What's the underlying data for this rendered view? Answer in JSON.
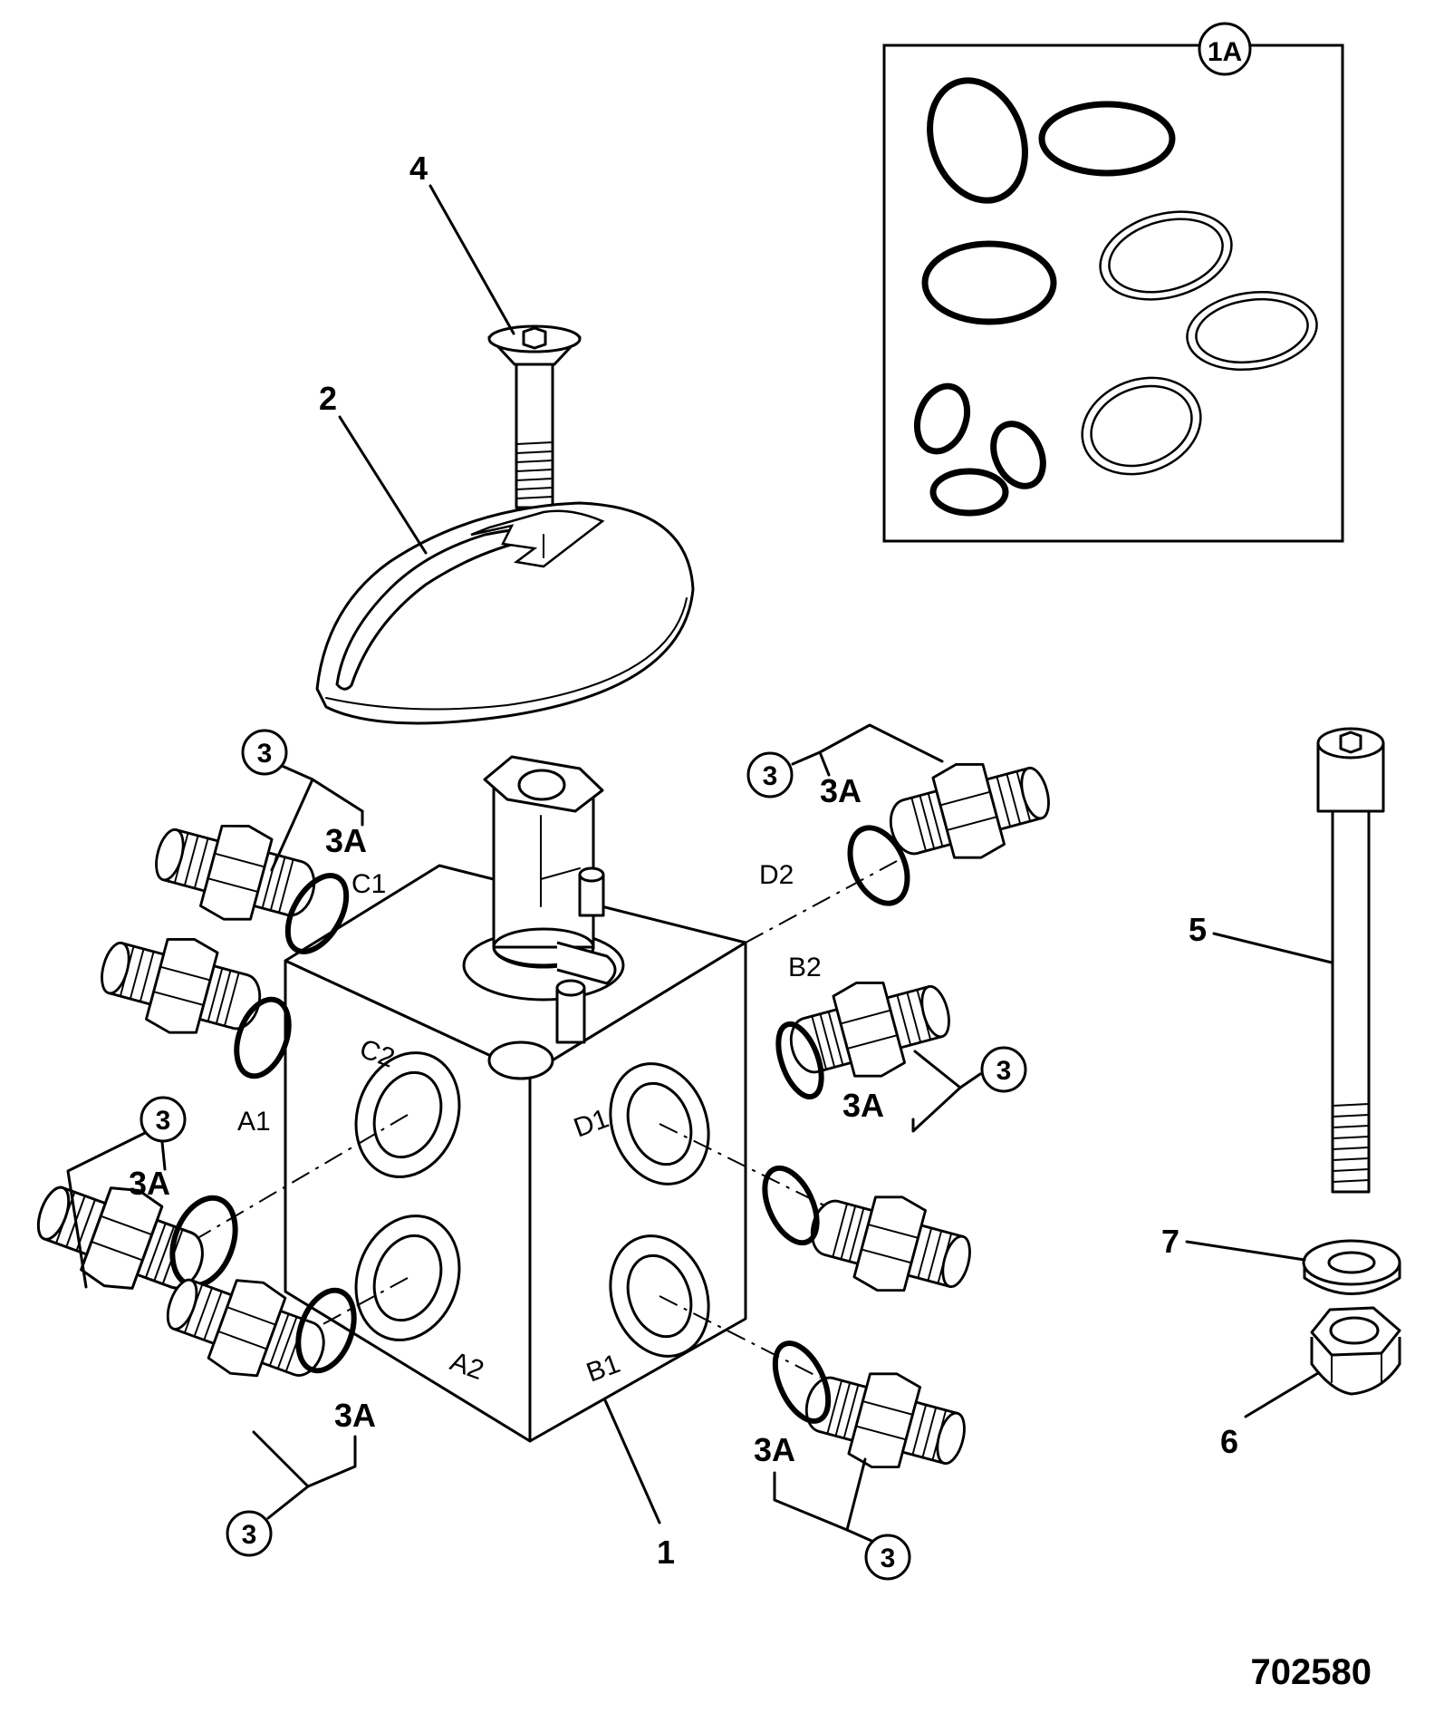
{
  "callouts": {
    "item_1": "1",
    "item_1a": "1A",
    "item_2": "2",
    "item_3": "3",
    "item_3a": "3A",
    "item_4": "4",
    "item_5": "5",
    "item_6": "6",
    "item_7": "7"
  },
  "ports": {
    "a1": "A1",
    "a2": "A2",
    "b1": "B1",
    "b2": "B2",
    "c1": "C1",
    "c2": "C2",
    "d1": "D1",
    "d2": "D2"
  },
  "drawing_number": "702580"
}
